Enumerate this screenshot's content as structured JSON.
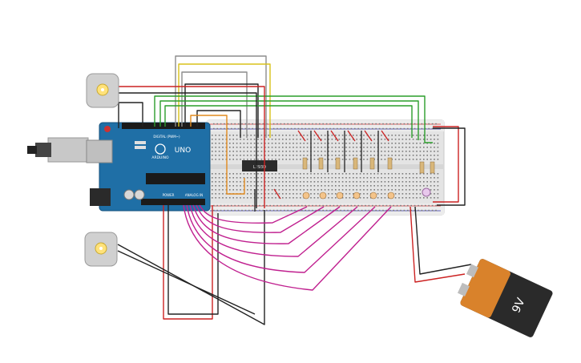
{
  "arduino": {
    "brand": "ARDUINO",
    "model": "UNO",
    "digital_header": "DIGITAL (PWM~)",
    "power_header": "POWER",
    "analog_header": "ANALOG IN"
  },
  "ic": {
    "label": "L293D"
  },
  "battery": {
    "label": "9V"
  },
  "colors": {
    "board": "#1f6fa6",
    "breadboard": "#e6e6e6",
    "wire_red": "#cc2222",
    "wire_black": "#222222",
    "wire_green": "#2a9d2a",
    "wire_magenta": "#c0208f",
    "wire_gray": "#8c8c8c",
    "wire_yellow": "#d9c21a",
    "wire_orange": "#e08a1e",
    "battery_orange": "#d9822b"
  }
}
